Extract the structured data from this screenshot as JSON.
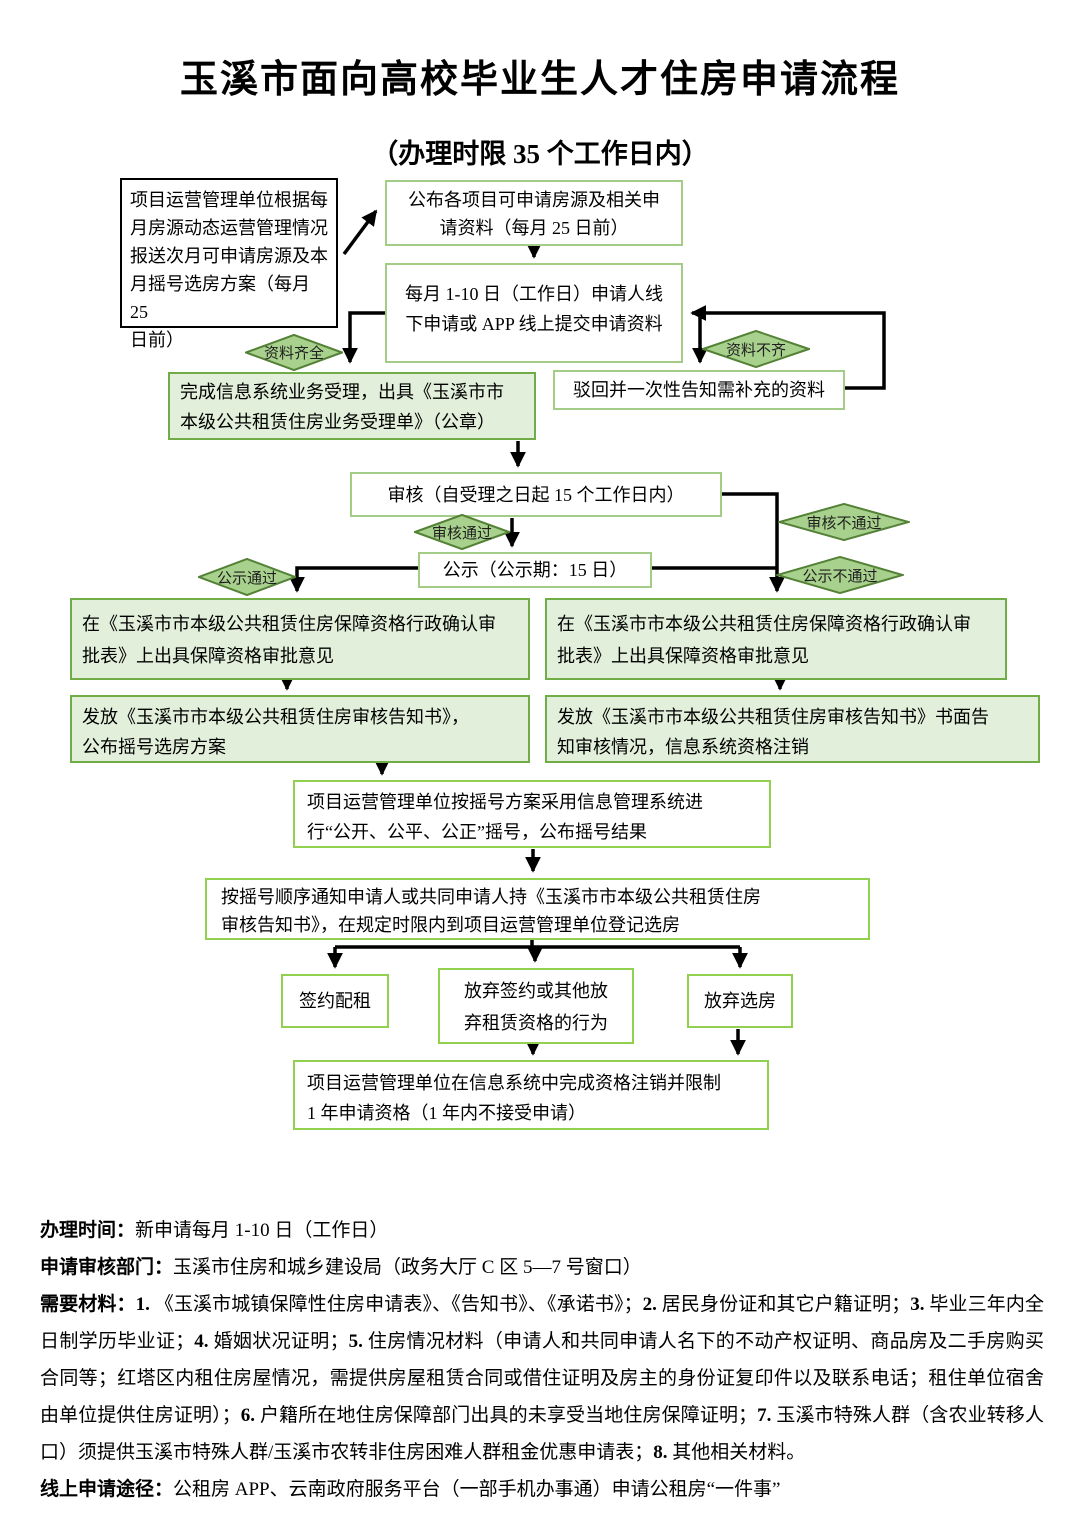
{
  "title": "玉溪市面向高校毕业生人才住房申请流程",
  "subtitle": "（办理时限 35 个工作日内）",
  "flow": {
    "source_box": "项目运营管理单位根据每\n月房源动态运营管理情况\n报送次月可申请房源及本\n月摇号选房方案（每月 25\n日前）",
    "publish_box": "公布各项目可申请房源及相关申\n请资料（每月 25 日前）",
    "apply_box": "每月 1-10 日（工作日）申请人线\n下申请或 APP 线上提交申请资料",
    "reject_box": "驳回并一次性告知需补充的资料",
    "accept_box": "完成信息系统业务受理，出具《玉溪市市\n本级公共租赁住房业务受理单》（公章）",
    "review_box": "审核（自受理之日起 15 个工作日内）",
    "publicity_box": "公示（公示期：15 日）",
    "confirm_left_box": "在《玉溪市市本级公共租赁住房保障资格行政确认审\n批表》上出具保障资格审批意见",
    "confirm_right_box": "在《玉溪市市本级公共租赁住房保障资格行政确认审\n批表》上出具保障资格审批意见",
    "issue_left_box": "发放《玉溪市市本级公共租赁住房审核告知书》，\n公布摇号选房方案",
    "issue_right_box": "发放《玉溪市市本级公共租赁住房审核告知书》书面告\n知审核情况，信息系统资格注销",
    "lottery_box": "项目运营管理单位按摇号方案采用信息管理系统进\n行“公开、公平、公正”摇号，公布摇号结果",
    "notify_box": "按摇号顺序通知申请人或共同申请人持《玉溪市市本级公共租赁住房\n审核告知书》，在规定时限内到项目运营管理单位登记选房",
    "sign_box": "签约配租",
    "giveup_sign_box": "放弃签约或其他放\n弃租赁资格的行为",
    "giveup_select_box": "放弃选房",
    "cancel_box": "项目运营管理单位在信息系统中完成资格注销并限制\n1 年申请资格（1 年内不接受申请）"
  },
  "diamonds": {
    "materials_complete": "资料齐全",
    "materials_incomplete": "资料不齐",
    "review_pass": "审核通过",
    "review_fail": "审核不通过",
    "publicity_pass": "公示通过",
    "publicity_fail": "公示不通过"
  },
  "colors": {
    "diamond_fill": "#a9d18e",
    "diamond_border": "#538135",
    "box_fill_green": "#e2efda",
    "box_border_green": "#70ad47",
    "box_border_bright": "#92d050",
    "line": "#000000"
  },
  "notes": [
    [
      {
        "bold": true,
        "text": "办理时间："
      },
      {
        "bold": false,
        "text": "新申请每月 1-10 日（工作日）"
      }
    ],
    [
      {
        "bold": true,
        "text": "申请审核部门："
      },
      {
        "bold": false,
        "text": "玉溪市住房和城乡建设局（政务大厅 C 区 5—7 号窗口）"
      }
    ],
    [
      {
        "bold": true,
        "text": "需要材料："
      },
      {
        "bold": true,
        "text": "1. "
      },
      {
        "bold": false,
        "text": "《玉溪市城镇保障性住房申请表》、《告知书》、《承诺书》；"
      },
      {
        "bold": true,
        "text": "2. "
      },
      {
        "bold": false,
        "text": "居民身份证和其它户籍证明；"
      },
      {
        "bold": true,
        "text": "3. "
      },
      {
        "bold": false,
        "text": "毕业三年内全日制学历毕业证；"
      },
      {
        "bold": true,
        "text": "4. "
      },
      {
        "bold": false,
        "text": "婚姻状况证明；"
      },
      {
        "bold": true,
        "text": "5. "
      },
      {
        "bold": false,
        "text": "住房情况材料（申请人和共同申请人名下的不动产权证明、商品房及二手房购买合同等；红塔区内租住房屋情况，需提供房屋租赁合同或借住证明及房主的身份证复印件以及联系电话；租住单位宿舍由单位提供住房证明）；"
      },
      {
        "bold": true,
        "text": "6. "
      },
      {
        "bold": false,
        "text": "户籍所在地住房保障部门出具的未享受当地住房保障证明；"
      },
      {
        "bold": true,
        "text": "7. "
      },
      {
        "bold": false,
        "text": "玉溪市特殊人群（含农业转移人口）须提供玉溪市特殊人群/玉溪市农转非住房困难人群租金优惠申请表；"
      },
      {
        "bold": true,
        "text": "8. "
      },
      {
        "bold": false,
        "text": "其他相关材料。"
      }
    ],
    [
      {
        "bold": true,
        "text": "线上申请途径："
      },
      {
        "bold": false,
        "text": "公租房 APP、云南政府服务平台（一部手机办事通）申请公租房“一件事”"
      }
    ]
  ]
}
